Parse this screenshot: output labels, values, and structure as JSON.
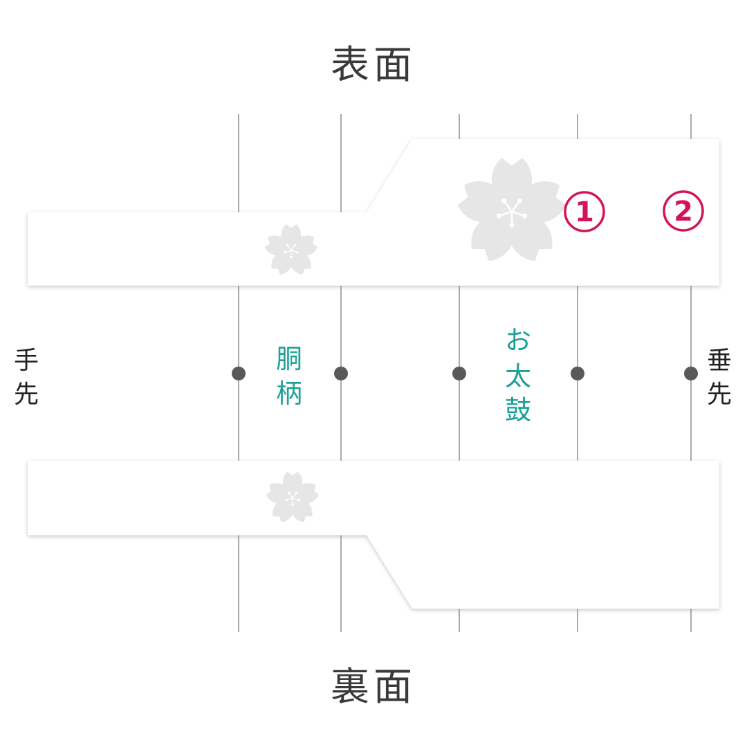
{
  "titles": {
    "front": "表面",
    "back": "裏面"
  },
  "ends": {
    "left": [
      "手",
      "先"
    ],
    "right": [
      "垂",
      "先"
    ]
  },
  "regions": {
    "dou": [
      "胴",
      "柄"
    ],
    "otaiko": [
      "お",
      "太",
      "鼓"
    ]
  },
  "markers": [
    "1",
    "2"
  ],
  "colors": {
    "background": "#ffffff",
    "panel": "#ffffff",
    "panel_shadow": "#bdbdbd",
    "guide_line": "#555555",
    "dot": "#595959",
    "region_text": "#1aa197",
    "marker": "#d4145a",
    "flower": "#e6e6e6",
    "flower_center": "#ffffff"
  },
  "icons": {
    "flower": "sakura-flower-icon",
    "marker": "circled-number-icon"
  }
}
